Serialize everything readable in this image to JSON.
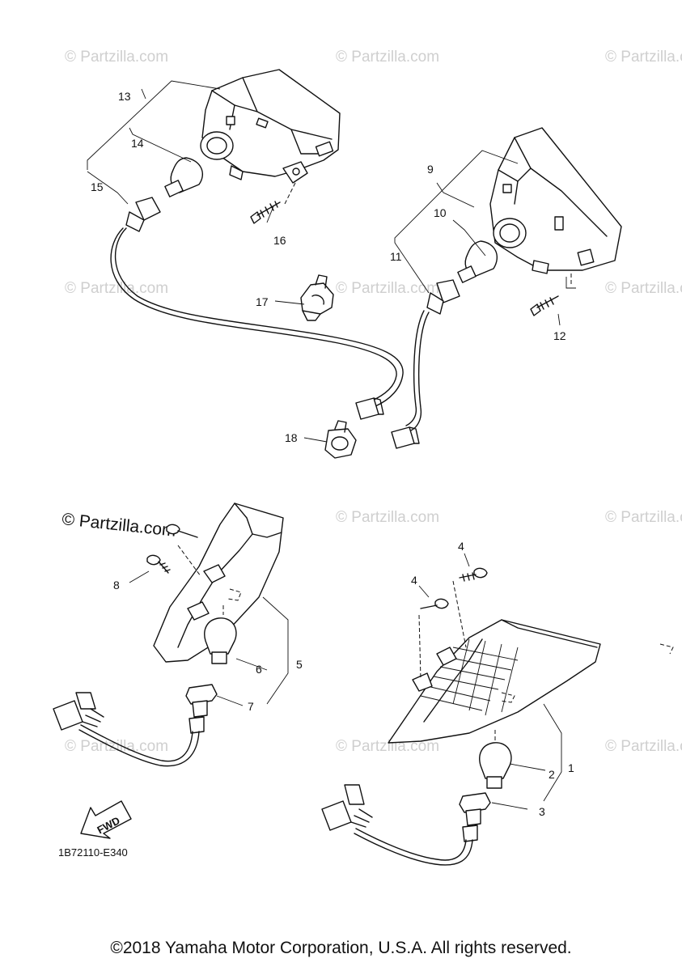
{
  "watermark": {
    "text": "© Partzilla.com",
    "strong_text": "© Partzilla.com"
  },
  "callouts": [
    "1",
    "2",
    "3",
    "4",
    "4",
    "5",
    "6",
    "7",
    "8",
    "9",
    "10",
    "11",
    "12",
    "13",
    "14",
    "15",
    "16",
    "17",
    "18"
  ],
  "fwd_label": "FWD",
  "diagram_code": "1B72110-E340",
  "copyright": "©2018 Yamaha Motor Corporation, U.S.A. All rights reserved."
}
